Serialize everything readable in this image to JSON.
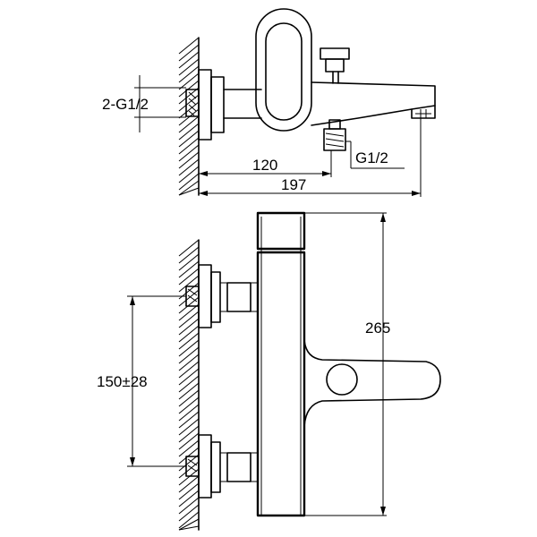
{
  "drawing": {
    "labels": {
      "inlet_thread": "2-G1/2",
      "outlet_thread": "G1/2",
      "spout_projection": "120",
      "total_depth": "197",
      "height": "265",
      "inlet_spacing": "150±28"
    },
    "colors": {
      "line": "#000000",
      "background": "#ffffff"
    }
  }
}
